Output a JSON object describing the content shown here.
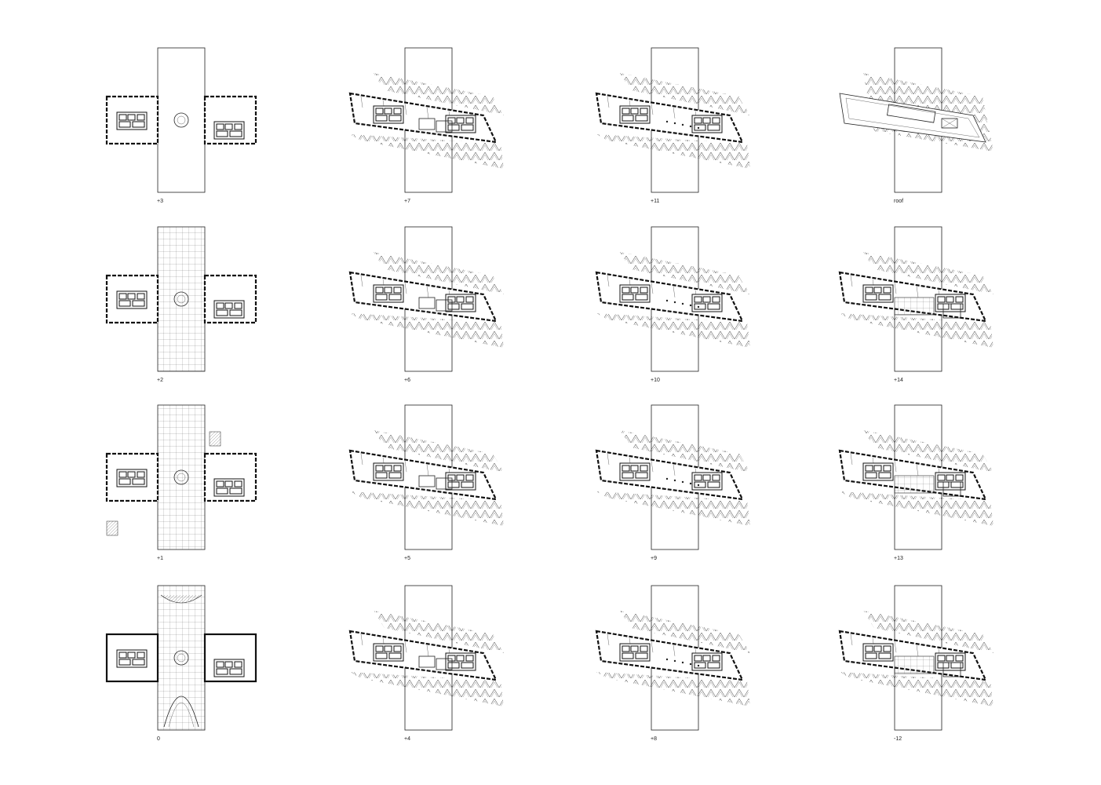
{
  "sheet": {
    "plans": [
      {
        "label": "+3",
        "type": "cross-top"
      },
      {
        "label": "+7",
        "type": "tower-low"
      },
      {
        "label": "+11",
        "type": "tower-high"
      },
      {
        "label": "roof",
        "type": "roof"
      },
      {
        "label": "+2",
        "type": "cross-grid"
      },
      {
        "label": "+6",
        "type": "tower-low"
      },
      {
        "label": "+10",
        "type": "tower-high"
      },
      {
        "label": "+14",
        "type": "tower-rooms"
      },
      {
        "label": "+1",
        "type": "cross-plaza"
      },
      {
        "label": "+5",
        "type": "tower-low"
      },
      {
        "label": "+9",
        "type": "tower-high"
      },
      {
        "label": "+13",
        "type": "tower-rooms"
      },
      {
        "label": "0",
        "type": "ground"
      },
      {
        "label": "+4",
        "type": "tower-low"
      },
      {
        "label": "+8",
        "type": "tower-high"
      },
      {
        "label": "-12",
        "type": "tower-rooms"
      }
    ]
  }
}
